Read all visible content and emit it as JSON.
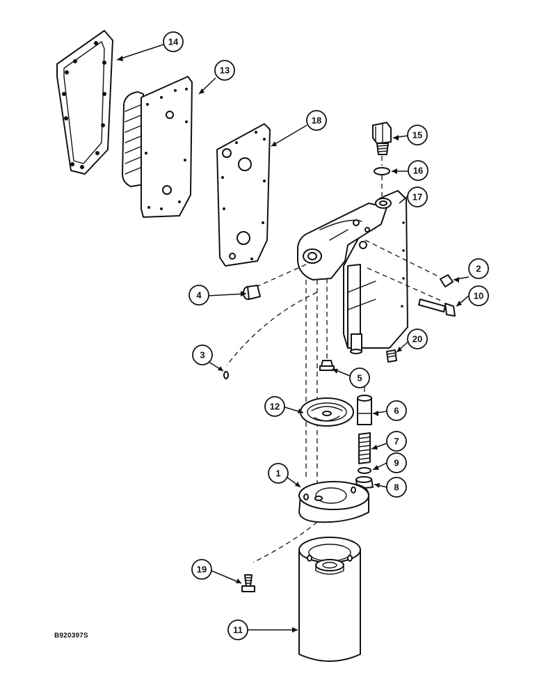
{
  "figure_reference": "B920397S",
  "callouts": [
    {
      "label": "14",
      "part": "gasket-oil-cooler"
    },
    {
      "label": "13",
      "part": "oil-cooler-core"
    },
    {
      "label": "18",
      "part": "cover-gasket"
    },
    {
      "label": "15",
      "part": "fitting"
    },
    {
      "label": "16",
      "part": "o-ring"
    },
    {
      "label": "17",
      "part": "filter-head-housing"
    },
    {
      "label": "2",
      "part": "plug"
    },
    {
      "label": "4",
      "part": "plug"
    },
    {
      "label": "10",
      "part": "bolt"
    },
    {
      "label": "3",
      "part": "pin"
    },
    {
      "label": "20",
      "part": "plug"
    },
    {
      "label": "5",
      "part": "plug"
    },
    {
      "label": "12",
      "part": "plate"
    },
    {
      "label": "6",
      "part": "valve"
    },
    {
      "label": "7",
      "part": "spring"
    },
    {
      "label": "9",
      "part": "o-ring"
    },
    {
      "label": "1",
      "part": "adapter"
    },
    {
      "label": "8",
      "part": "plug"
    },
    {
      "label": "19",
      "part": "screw"
    },
    {
      "label": "11",
      "part": "oil-filter"
    }
  ]
}
